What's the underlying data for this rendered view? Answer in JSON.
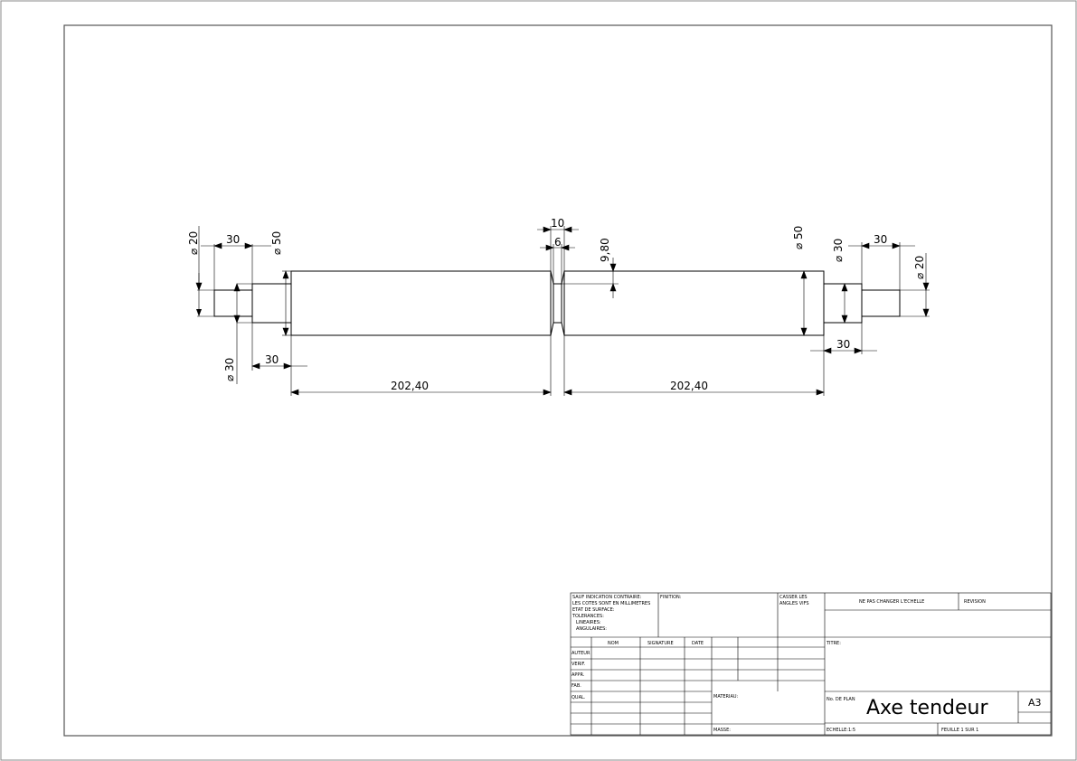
{
  "drawing": {
    "dimensions": {
      "dia_left_end": "⌀ 20",
      "len_left_end": "30",
      "dia_left_body": "⌀ 50",
      "dia_left_mid": "⌀ 30",
      "len_left_mid": "30",
      "len_left_body": "202,40",
      "groove_width_outer": "10",
      "groove_width_inner": "6",
      "groove_depth": "9,80",
      "dia_right_body": "⌀ 50",
      "dia_right_mid": "⌀ 30",
      "len_right_end": "30",
      "dia_right_end": "⌀ 20",
      "len_right_mid": "30",
      "len_right_body": "202,40"
    }
  },
  "title_block": {
    "general_notes": [
      "SAUF INDICATION CONTRAIRE:",
      "LES COTES SONT EN MILLIMETRES",
      "ETAT DE SURFACE:",
      "TOLERANCES:",
      "LINEAIRES:",
      "ANGULAIRES:"
    ],
    "finish_label": "FINITION:",
    "edges_label": [
      "CASSER LES",
      "ANGLES VIFS"
    ],
    "scale_warning": "NE PAS CHANGER L'ECHELLE",
    "revision_label": "REVISION",
    "col_headers": [
      "NOM",
      "SIGNATURE",
      "DATE"
    ],
    "row_labels": [
      "AUTEUR",
      "VERIF.",
      "APPR.",
      "FAB.",
      "QUAL."
    ],
    "title_label": "TITRE:",
    "material_label": "MATERIAU:",
    "plan_no_label": "No. DE PLAN",
    "drawing_title": "Axe tendeur",
    "sheet_size": "A3",
    "mass_label": "MASSE:",
    "scale_label": "ECHELLE:1:5",
    "sheet_label": "FEUILLE 1 SUR 1"
  }
}
